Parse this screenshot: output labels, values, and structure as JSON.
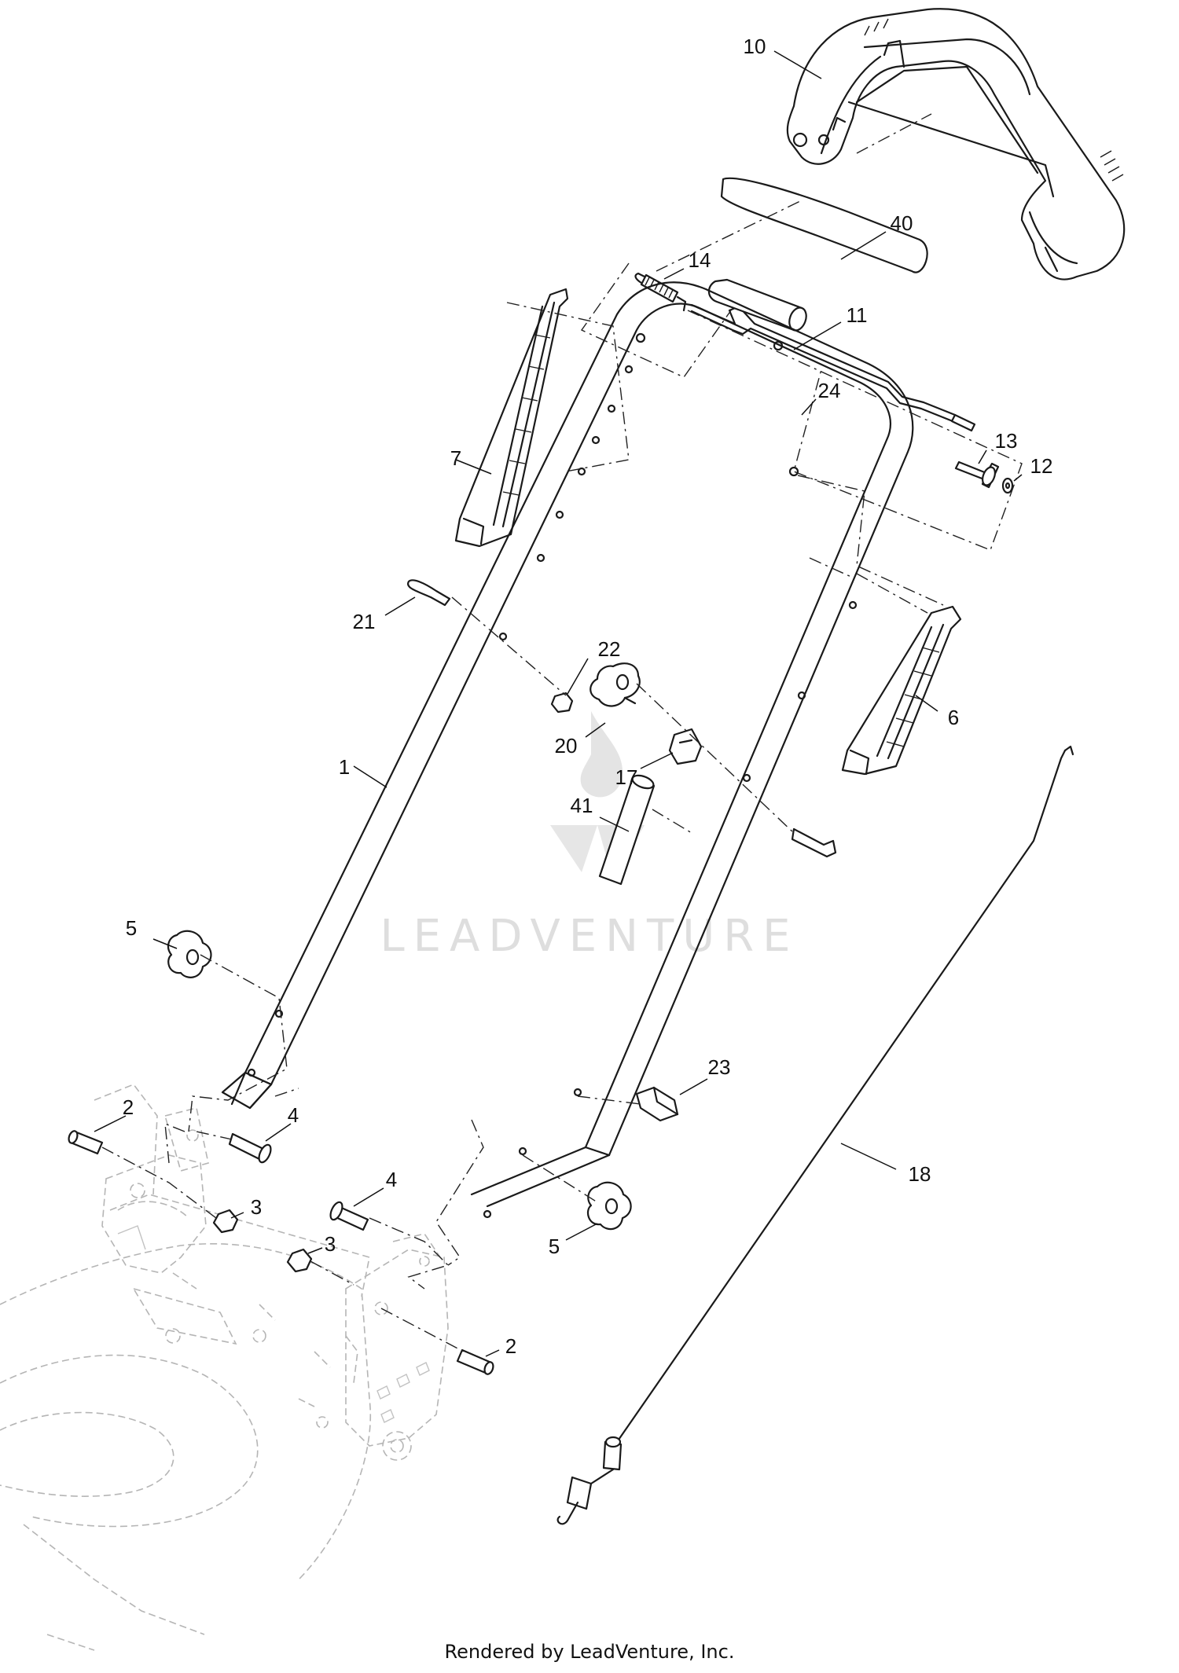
{
  "watermark": {
    "text": "LEADVENTURE"
  },
  "footer": {
    "credit": "Rendered by LeadVenture, Inc."
  },
  "callouts": [
    {
      "id": "c10",
      "label": "10"
    },
    {
      "id": "c40",
      "label": "40"
    },
    {
      "id": "c14",
      "label": "14"
    },
    {
      "id": "c11",
      "label": "11"
    },
    {
      "id": "c24",
      "label": "24"
    },
    {
      "id": "c13",
      "label": "13"
    },
    {
      "id": "c12",
      "label": "12"
    },
    {
      "id": "c7",
      "label": "7"
    },
    {
      "id": "c21",
      "label": "21"
    },
    {
      "id": "c22",
      "label": "22"
    },
    {
      "id": "c6",
      "label": "6"
    },
    {
      "id": "c20",
      "label": "20"
    },
    {
      "id": "c17",
      "label": "17"
    },
    {
      "id": "c1",
      "label": "1"
    },
    {
      "id": "c41",
      "label": "41"
    },
    {
      "id": "c5a",
      "label": "5"
    },
    {
      "id": "c23",
      "label": "23"
    },
    {
      "id": "c2a",
      "label": "2"
    },
    {
      "id": "c4a",
      "label": "4"
    },
    {
      "id": "c18",
      "label": "18"
    },
    {
      "id": "c3a",
      "label": "3"
    },
    {
      "id": "c4b",
      "label": "4"
    },
    {
      "id": "c3b",
      "label": "3"
    },
    {
      "id": "c5b",
      "label": "5"
    },
    {
      "id": "c2b",
      "label": "2"
    }
  ]
}
